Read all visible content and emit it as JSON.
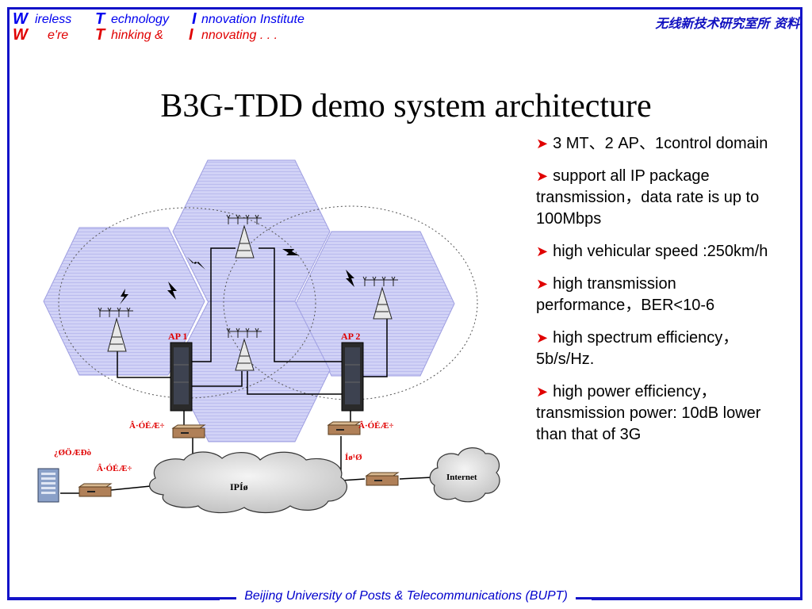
{
  "header": {
    "line1": {
      "w": "W",
      "t1": "ireless ",
      "t": "T",
      "t2": "echnology ",
      "i": "I",
      "t3": "nnovation Institute"
    },
    "line2": {
      "w": "W",
      "t1": "e're ",
      "t": "T",
      "t2": "hinking & ",
      "i": "I",
      "t3": "nnovating . . ."
    },
    "chinese": "无线新技术研究室所 资料"
  },
  "title": "B3G-TDD demo system architecture",
  "bullets": [
    "3 MT、2 AP、1control domain",
    "support all IP package transmission，data rate is up to 100Mbps",
    "high vehicular speed :250km/h",
    "high transmission performance，BER<10-6",
    "high spectrum efficiency，5b/s/Hz.",
    "high power efficiency，transmission power: 10dB lower than that of 3G"
  ],
  "diagram": {
    "ap1": "AP 1",
    "ap2": "AP 2",
    "router_left": "Â·ÓÉÆ÷",
    "router_right": "Â·ÓÉÆ÷",
    "router_host": "Â·ÓÉÆ÷",
    "host_label": "¿ØÖÆÐò",
    "gateway_label": "Íø¹Ø",
    "ip_cloud": "IPÍø",
    "internet": "Internet"
  },
  "footer": "Beijing University of Posts & Telecommunications (BUPT)",
  "colors": {
    "frame": "#1313c8",
    "accent_red": "#e00000",
    "hex_fill": "#c8c8f4"
  }
}
